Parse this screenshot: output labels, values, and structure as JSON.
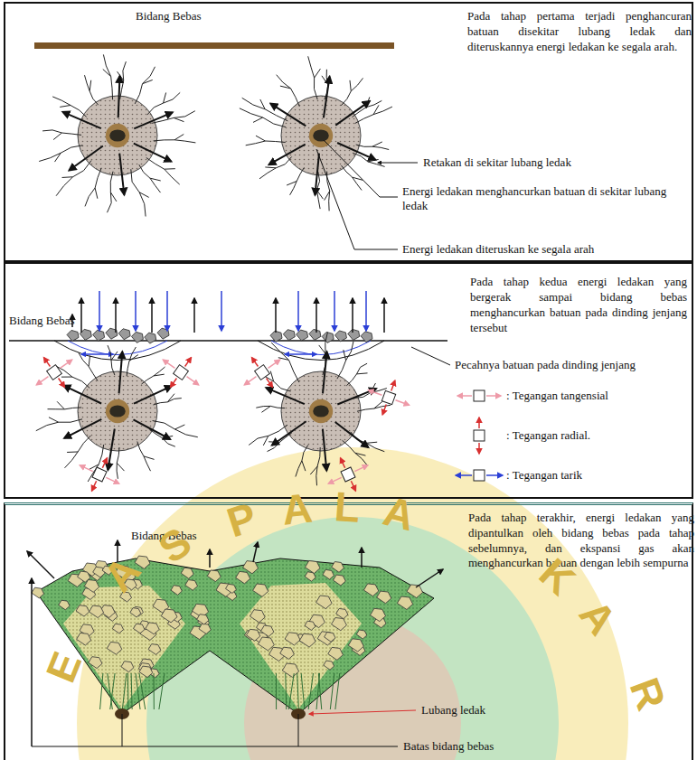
{
  "diagram": {
    "nodes": [
      {
        "text": [
          "Pada tahap pertama terjadi penghancuran batuan disekitar lubang ledak dan diteruskannya energi ledakan ke segala arah."
        ]
      },
      {
        "text": [
          "Pada tahap kedua energi ledakan yang bergerak sampai bidang bebas menghancurkan batuan pada dinding jenjang tersebut"
        ]
      },
      {
        "text": [
          "Pada tahap terakhir, energi ledakan yang dipantulkan oleh bidang bebas pada tahap sebelumnya, dan ekspansi gas akan menghancurkan batuan dengan lebih sempurna"
        ]
      }
    ],
    "edges": [],
    "labels": [
      "Bidang Bebas",
      "Retakan di sekitar lubang ledak",
      "Energi ledakan menghancurkan batuan di sekitar lubang ledak",
      "Energi ledakan diteruskan ke segala arah",
      "Bidang Bebas",
      "Pecahnya batuan pada dinding jenjang",
      "Bidang Bebas",
      "Lubang ledak",
      "Batas bidang bebas",
      "A",
      "S",
      "P",
      "A",
      "L",
      "A",
      "K",
      "A",
      "E",
      "R"
    ],
    "legend": [
      {
        "text": ": Tegangan tangensial"
      },
      {
        "text": ": Tegangan radial."
      },
      {
        "text": ": Tegangan tarik"
      }
    ]
  }
}
